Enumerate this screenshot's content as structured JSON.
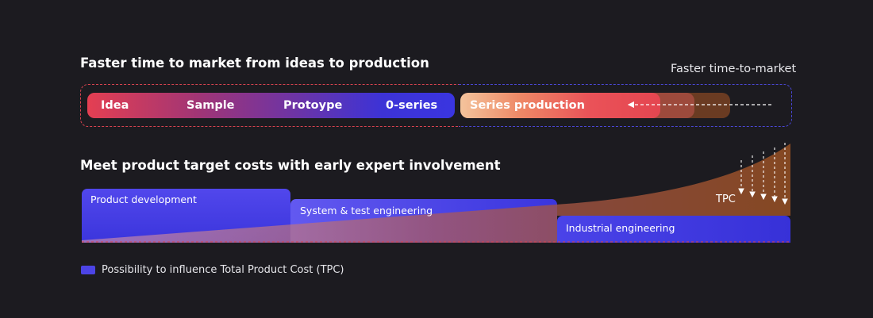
{
  "timeline": {
    "title": "Faster time to market from ideas to production",
    "faster_label": "Faster time-to-market",
    "dev_stages": [
      "Idea",
      "Sample",
      "Protoype",
      "0-series"
    ],
    "series_production": "Series production"
  },
  "cost": {
    "title": "Meet product target costs with early expert involvement",
    "phases": [
      "Product development",
      "System & test engineering",
      "Industrial engineering"
    ],
    "tpc_label": "TPC"
  },
  "legend": {
    "text": "Possibility to influence Total Product Cost (TPC)",
    "color": "#4c44e6"
  },
  "colors": {
    "background": "#1c1b20",
    "accent_red": "#e43f52",
    "accent_blue": "#3a35e0",
    "tpc_brown": "#8a4a22"
  }
}
